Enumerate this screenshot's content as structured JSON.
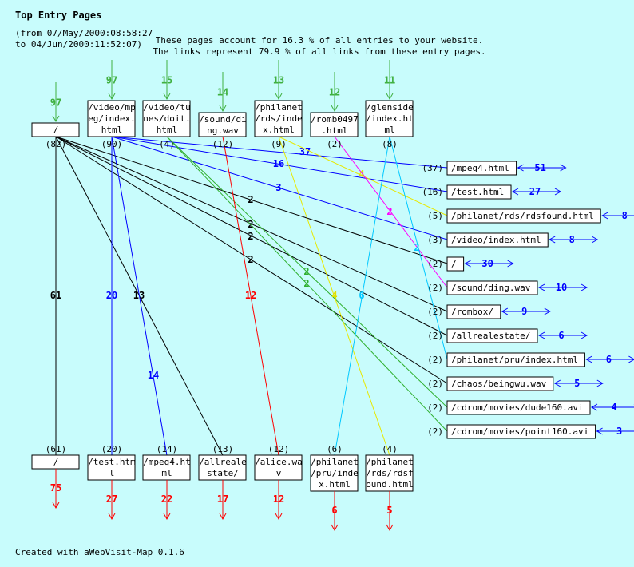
{
  "title": "Top Entry Pages",
  "date_range": [
    "(from 07/May/2000:08:58:27",
    "to 04/Jun/2000:11:52:07)"
  ],
  "summary": [
    "These pages account for 16.3 % of all entries to your website.",
    "The links represent 79.9 % of all links from these entry pages."
  ],
  "footer": "Created with aWebVisit-Map 0.1.6",
  "colors": {
    "background": "#c8fcfc",
    "entry": "#40b040",
    "exit": "#ff0000",
    "out": "#0000ff"
  },
  "entry_pages": [
    {
      "label": "/",
      "entries": "97",
      "count": "(82)"
    },
    {
      "label": "/video/mpeg/index.html",
      "entries": "97",
      "count": "(90)"
    },
    {
      "label": "/video/tunes/doit.html",
      "entries": "15",
      "count": "(4)"
    },
    {
      "label": "/sound/ding.wav",
      "entries": "14",
      "count": "(12)"
    },
    {
      "label": "/philanet/rds/index.html",
      "entries": "13",
      "count": "(9)"
    },
    {
      "label": "/romb0497.html",
      "entries": "12",
      "count": "(2)"
    },
    {
      "label": "/glenside/index.html",
      "entries": "11",
      "count": "(8)"
    }
  ],
  "side_pages": [
    {
      "label": "/mpeg4.html",
      "count": "(37)",
      "out": "51"
    },
    {
      "label": "/test.html",
      "count": "(16)",
      "out": "27"
    },
    {
      "label": "/philanet/rds/rdsfound.html",
      "count": "(5)",
      "out": "8"
    },
    {
      "label": "/video/index.html",
      "count": "(3)",
      "out": "8"
    },
    {
      "label": "/",
      "count": "(2)",
      "out": "30"
    },
    {
      "label": "/sound/ding.wav",
      "count": "(2)",
      "out": "10"
    },
    {
      "label": "/rombox/",
      "count": "(2)",
      "out": "9"
    },
    {
      "label": "/allrealestate/",
      "count": "(2)",
      "out": "6"
    },
    {
      "label": "/philanet/pru/index.html",
      "count": "(2)",
      "out": "6"
    },
    {
      "label": "/chaos/beingwu.wav",
      "count": "(2)",
      "out": "5"
    },
    {
      "label": "/cdrom/movies/dude160.avi",
      "count": "(2)",
      "out": "4"
    },
    {
      "label": "/cdrom/movies/point160.avi",
      "count": "(2)",
      "out": "3"
    }
  ],
  "exit_pages": [
    {
      "label": "/",
      "count": "(61)",
      "exits": "75"
    },
    {
      "label": "/test.html",
      "count": "(20)",
      "exits": "27"
    },
    {
      "label": "/mpeg4.html",
      "count": "(14)",
      "exits": "22"
    },
    {
      "label": "/allrealestate/",
      "count": "(13)",
      "exits": "17"
    },
    {
      "label": "/alice.wav",
      "count": "(12)",
      "exits": "12"
    },
    {
      "label": "/philanet/pru/index.html",
      "count": "(6)",
      "exits": "6"
    },
    {
      "label": "/philanet/rds/rdsfound.html",
      "count": "(4)",
      "exits": "5"
    }
  ],
  "links": [
    {
      "from": 0,
      "to": "s4",
      "value": "2",
      "color": "#000000"
    },
    {
      "from": 0,
      "to": "s6",
      "value": "2",
      "color": "#000000"
    },
    {
      "from": 0,
      "to": "s7",
      "value": "2",
      "color": "#000000"
    },
    {
      "from": 0,
      "to": "s9",
      "value": "2",
      "color": "#000000"
    },
    {
      "from": 0,
      "to": "b0",
      "value": "61",
      "color": "#000000"
    },
    {
      "from": 0,
      "to": "b3",
      "value": "13",
      "color": "#000000"
    },
    {
      "from": 1,
      "to": "s0",
      "value": "37",
      "color": "#0000ff"
    },
    {
      "from": 1,
      "to": "s1",
      "value": "16",
      "color": "#0000ff"
    },
    {
      "from": 1,
      "to": "s3",
      "value": "3",
      "color": "#0000ff"
    },
    {
      "from": 1,
      "to": "b1",
      "value": "20",
      "color": "#0000ff"
    },
    {
      "from": 1,
      "to": "b2",
      "value": "14",
      "color": "#0000ff"
    },
    {
      "from": 2,
      "to": "s10",
      "value": "2",
      "color": "#30b030"
    },
    {
      "from": 2,
      "to": "s11",
      "value": "2",
      "color": "#30b030"
    },
    {
      "from": 3,
      "to": "b4",
      "value": "12",
      "color": "#ff0000"
    },
    {
      "from": 4,
      "to": "s2",
      "value": "4",
      "color": "#e8e800"
    },
    {
      "from": 4,
      "to": "b6",
      "value": "4",
      "color": "#e8e800"
    },
    {
      "from": 5,
      "to": "s5",
      "value": "2",
      "color": "#ff00ff"
    },
    {
      "from": 6,
      "to": "s8",
      "value": "2",
      "color": "#00c8ff"
    },
    {
      "from": 6,
      "to": "b5",
      "value": "6",
      "color": "#00c8ff"
    }
  ]
}
